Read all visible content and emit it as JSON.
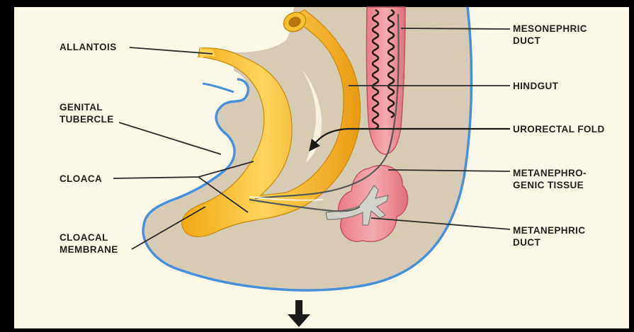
{
  "labels": {
    "allantois": "ALLANTOIS",
    "genital_tubercle": [
      "GENITAL",
      "TUBERCLE"
    ],
    "cloaca": "CLOACA",
    "cloacal_membrane": [
      "CLOACAL",
      "MEMBRANE"
    ],
    "mesonephric_duct": [
      "MESONEPHRIC",
      "DUCT"
    ],
    "hindgut": "HINDGUT",
    "urorectal_fold": "URORECTAL FOLD",
    "metanephrogenic_tissue": [
      "METANEPHRO-",
      "GENIC TISSUE"
    ],
    "metanephric_duct": [
      "METANEPHRIC",
      "DUCT"
    ]
  },
  "icons": {
    "down_arrow": "down-arrow-icon"
  },
  "colors": {
    "background": "#fbf8e7",
    "frame": "#000000",
    "tissue": "#d8cbb5",
    "tissue_outline": "#4b8fd6",
    "endoderm": "#f2b01e",
    "endoderm_highlight": "#ffd75a",
    "mesonephric": "#e27f8a",
    "metanephrogenic": "#e9a0a8",
    "leader_line": "#2b2b2b"
  }
}
